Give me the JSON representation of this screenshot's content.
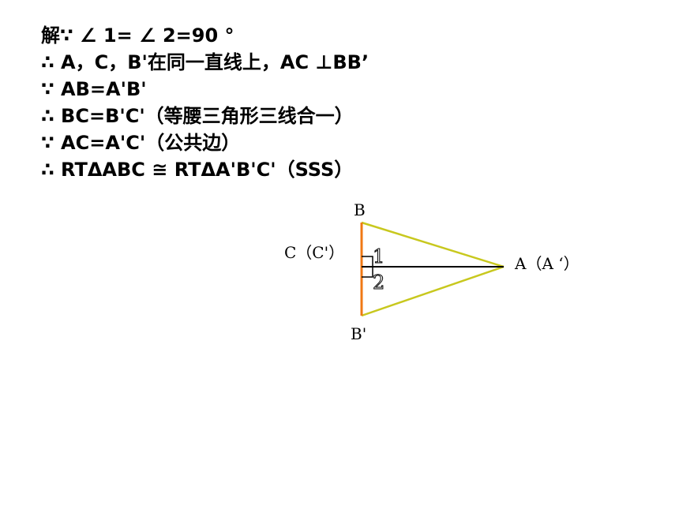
{
  "proof": {
    "lines": [
      "解∵ ∠ 1= ∠ 2=90 °",
      "∴ A，C，B'在同一直线上，AC ⊥BB’",
      "∵ AB=A'B'",
      "∴ BC=B'C'（等腰三角形三线合一）",
      "∵ AC=A'C'（公共边）",
      "∴ RTΔABC ≅  RTΔA'B'C'（SSS）"
    ]
  },
  "diagram": {
    "labels": {
      "B": "B",
      "C": "C（C'）",
      "A": "A（A ‘）",
      "B_prime": "B'",
      "angle1": "1",
      "angle2": "2"
    },
    "colors": {
      "triangle_sides": "#c8c81e",
      "base_segment": "#f07814",
      "altitude": "#000000"
    }
  }
}
